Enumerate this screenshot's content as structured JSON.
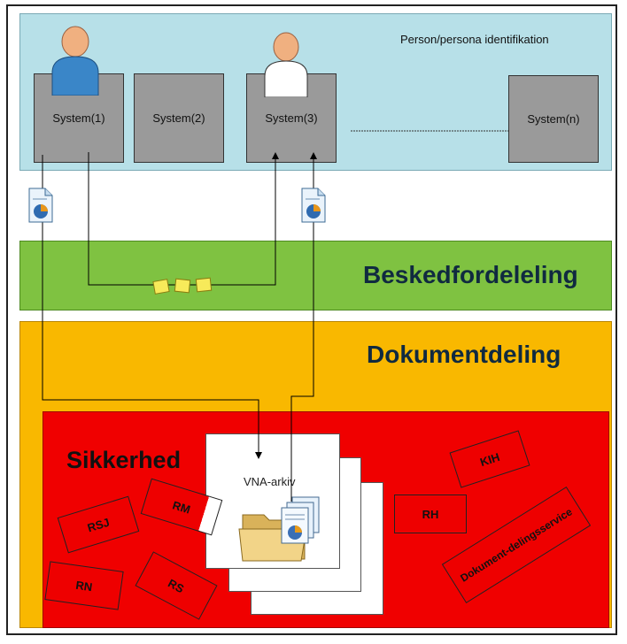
{
  "identity_label": "Person/persona identifikation",
  "systems": [
    "System(1)",
    "System(2)",
    "System(3)",
    "System(n)"
  ],
  "besked_label": "Beskedfordeleling",
  "dok_label": "Dokumentdeling",
  "sik_label": "Sikkerhed",
  "archive_label": "VNA-arkiv",
  "tags": {
    "rsj": "RSJ",
    "rm": "RM",
    "rn": "RN",
    "rs": "RS",
    "rh": "RH",
    "kih": "KIH",
    "dds": "Dokument-delingsservice"
  },
  "colors": {
    "person_band": "#b7e0e8",
    "besked_band": "#7fc241",
    "dok_band": "#f9b800",
    "sik_band": "#f00000",
    "system_box": "#9a9a9a"
  }
}
